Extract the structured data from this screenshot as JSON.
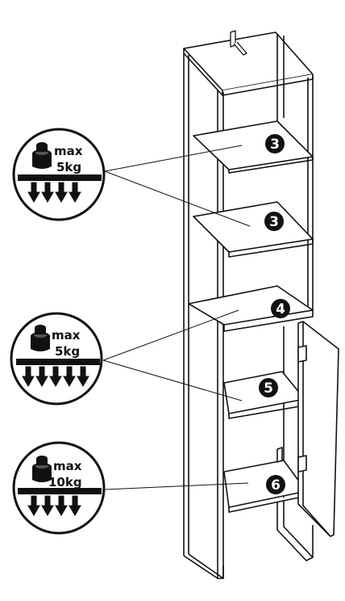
{
  "load_badges": [
    {
      "id": "top",
      "label_max": "max",
      "label_weight": "5kg"
    },
    {
      "id": "middle",
      "label_max": "max",
      "label_weight": "5kg"
    },
    {
      "id": "bottom",
      "label_max": "max",
      "label_weight": "10kg"
    }
  ],
  "shelf_markers": [
    {
      "id": "shelf-upper",
      "number": "3"
    },
    {
      "id": "shelf-second",
      "number": "3"
    },
    {
      "id": "shelf-middle",
      "number": "4"
    },
    {
      "id": "shelf-cabinet",
      "number": "5"
    },
    {
      "id": "shelf-bottom",
      "number": "6"
    }
  ],
  "colors": {
    "line": "#111111",
    "fill": "#ffffff",
    "marker": "#111111",
    "shade": "#e8e8e8"
  }
}
